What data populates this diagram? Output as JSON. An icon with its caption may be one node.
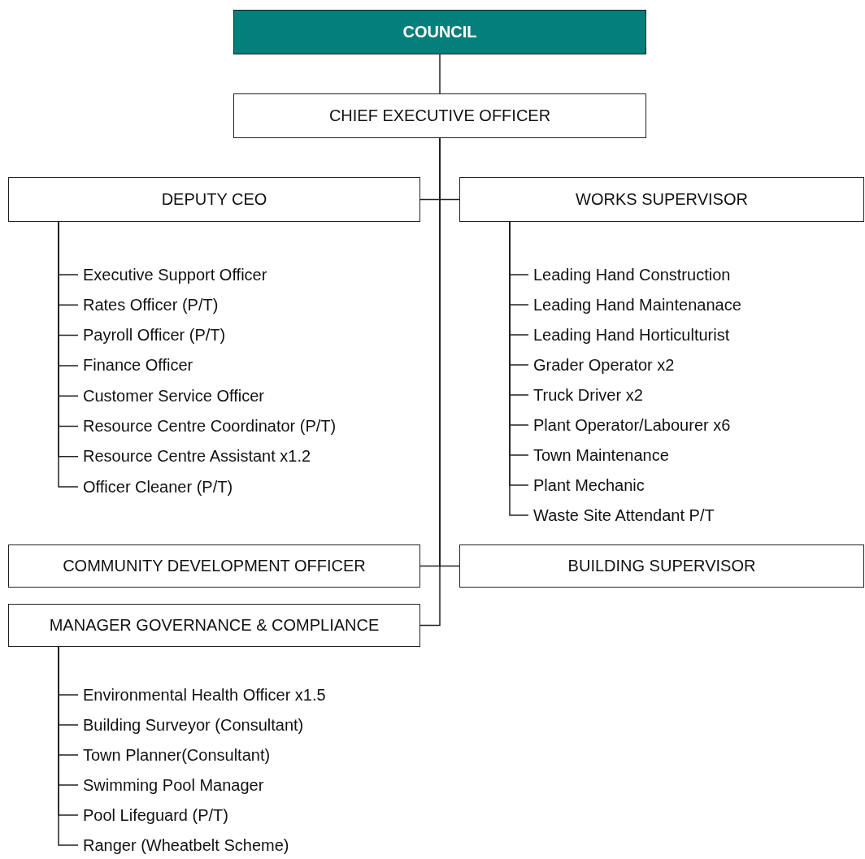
{
  "diagram": {
    "nodes": [
      {
        "text": [
          "COUNCIL"
        ]
      },
      {
        "text": [
          "CHIEF EXECUTIVE OFFICER"
        ]
      },
      {
        "text": [
          "DEPUTY CEO"
        ]
      },
      {
        "text": [
          "WORKS SUPERVISOR"
        ]
      },
      {
        "text": [
          "Executive Support Officer"
        ]
      },
      {
        "text": [
          "Rates Officer (P/T)"
        ]
      },
      {
        "text": [
          "Payroll Officer (P/T)"
        ]
      },
      {
        "text": [
          "Finance Officer"
        ]
      },
      {
        "text": [
          "Customer Service Officer"
        ]
      },
      {
        "text": [
          "Resource Centre Coordinator (P/T)"
        ]
      },
      {
        "text": [
          "Resource Centre Assistant x1.2"
        ]
      },
      {
        "text": [
          "Officer Cleaner (P/T)"
        ]
      },
      {
        "text": [
          "Leading Hand Construction"
        ]
      },
      {
        "text": [
          "Leading Hand Maintenanace"
        ]
      },
      {
        "text": [
          "Leading Hand Horticulturist"
        ]
      },
      {
        "text": [
          "Grader Operator x2"
        ]
      },
      {
        "text": [
          "Truck Driver x2"
        ]
      },
      {
        "text": [
          "Plant Operator/Labourer x6"
        ]
      },
      {
        "text": [
          "Town Maintenance"
        ]
      },
      {
        "text": [
          "Plant Mechanic"
        ]
      },
      {
        "text": [
          "Waste Site Attendant P/T"
        ]
      },
      {
        "text": [
          "COMMUNITY DEVELOPMENT OFFICER"
        ]
      },
      {
        "text": [
          "BUILDING SUPERVISOR"
        ]
      },
      {
        "text": [
          "MANAGER GOVERNANCE & COMPLIANCE"
        ]
      },
      {
        "text": [
          "Environmental Health Officer x1.5"
        ]
      },
      {
        "text": [
          "Building Surveyor (Consultant)"
        ]
      },
      {
        "text": [
          "Town Planner(Consultant)"
        ]
      },
      {
        "text": [
          "Swimming Pool Manager"
        ]
      },
      {
        "text": [
          "Pool Lifeguard (P/T)"
        ]
      },
      {
        "text": [
          "Ranger (Wheatbelt Scheme)"
        ]
      }
    ],
    "edges": [
      {
        "from": 0,
        "to": 1,
        "arrow": "none"
      },
      {
        "from": 1,
        "to": 2,
        "arrow": "none"
      },
      {
        "from": 1,
        "to": 3,
        "arrow": "none"
      },
      {
        "from": 1,
        "to": 21,
        "arrow": "none"
      },
      {
        "from": 1,
        "to": 22,
        "arrow": "none"
      },
      {
        "from": 1,
        "to": 23,
        "arrow": "none"
      },
      {
        "from": 2,
        "to": 4,
        "arrow": "none"
      },
      {
        "from": 2,
        "to": 5,
        "arrow": "none"
      },
      {
        "from": 2,
        "to": 6,
        "arrow": "none"
      },
      {
        "from": 2,
        "to": 7,
        "arrow": "none"
      },
      {
        "from": 2,
        "to": 8,
        "arrow": "none"
      },
      {
        "from": 2,
        "to": 9,
        "arrow": "none"
      },
      {
        "from": 2,
        "to": 10,
        "arrow": "none"
      },
      {
        "from": 2,
        "to": 11,
        "arrow": "none"
      },
      {
        "from": 3,
        "to": 12,
        "arrow": "none"
      },
      {
        "from": 3,
        "to": 13,
        "arrow": "none"
      },
      {
        "from": 3,
        "to": 14,
        "arrow": "none"
      },
      {
        "from": 3,
        "to": 15,
        "arrow": "none"
      },
      {
        "from": 3,
        "to": 16,
        "arrow": "none"
      },
      {
        "from": 3,
        "to": 17,
        "arrow": "none"
      },
      {
        "from": 3,
        "to": 18,
        "arrow": "none"
      },
      {
        "from": 3,
        "to": 19,
        "arrow": "none"
      },
      {
        "from": 3,
        "to": 20,
        "arrow": "none"
      },
      {
        "from": 23,
        "to": 24,
        "arrow": "none"
      },
      {
        "from": 23,
        "to": 25,
        "arrow": "none"
      },
      {
        "from": 23,
        "to": 26,
        "arrow": "none"
      },
      {
        "from": 23,
        "to": 27,
        "arrow": "none"
      },
      {
        "from": 23,
        "to": 28,
        "arrow": "none"
      },
      {
        "from": 23,
        "to": 29,
        "arrow": "none"
      }
    ]
  }
}
